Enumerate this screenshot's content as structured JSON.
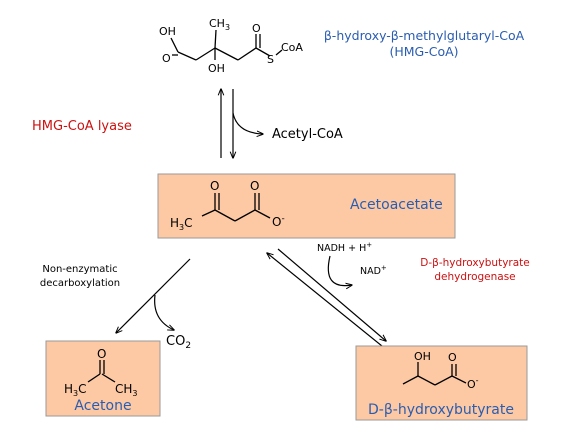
{
  "hmg": {
    "name_line1": "β-hydroxy-β-methylglutaryl-CoA",
    "name_line2": "(HMG-CoA)",
    "atoms": {
      "oh_acid": "OH",
      "o_acid": "O",
      "ch3": "CH",
      "ch3_sub": "3",
      "oh": "OH",
      "s": "S",
      "coa": "CoA",
      "o_thio": "O"
    }
  },
  "enzymes": {
    "lyase": "HMG-CoA lyase",
    "dehydrogenase_line1": "D-β-hydroxybutyrate",
    "dehydrogenase_line2": "dehydrogenase"
  },
  "cofactors": {
    "acetyl_coa": "Acetyl-CoA",
    "nadh": "NADH + H",
    "nadh_sup": "+",
    "nad": "NAD",
    "nad_sup": "+",
    "co2": "CO",
    "co2_sub": "2"
  },
  "process": {
    "line1": "Non-enzymatic",
    "line2": "decarboxylation"
  },
  "acetoacetate": {
    "name": "Acetoacetate",
    "atoms": {
      "o1": "O",
      "o2": "O",
      "h3c": "H",
      "h3c_sub": "3",
      "h3c_c": "C",
      "o_minus": "O",
      "o_minus_sup": "-"
    }
  },
  "acetone": {
    "name": "Acetone",
    "atoms": {
      "o": "O",
      "left_h": "H",
      "left_sub": "3",
      "left_c": "C",
      "right_ch": "CH",
      "right_sub": "3"
    }
  },
  "hydroxybutyrate": {
    "name": "D-β-hydroxybutyrate",
    "atoms": {
      "oh": "OH",
      "o": "O",
      "o_minus": "O",
      "o_minus_sup": "-"
    }
  },
  "colors": {
    "box_fill": "#fcc9a4",
    "box_stroke": "#9a9a9a",
    "blue": "#2a5db0",
    "red": "#cc1111"
  }
}
